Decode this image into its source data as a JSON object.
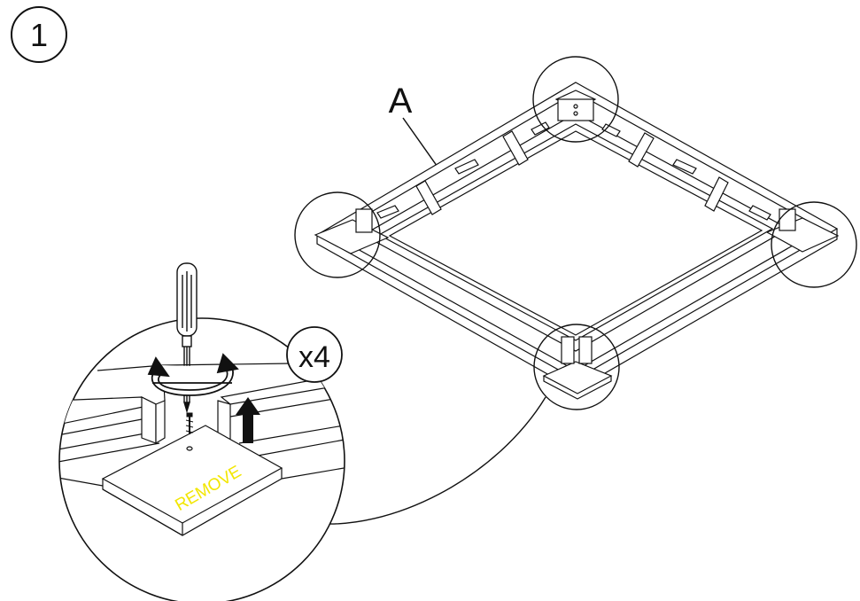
{
  "step": {
    "number": "1"
  },
  "callouts": {
    "part_label": "A",
    "quantity": "x4"
  },
  "detail": {
    "remove_label": "REMOVE"
  },
  "colors": {
    "line": "#111111",
    "paper": "#ffffff",
    "remove_text": "#f2e600"
  },
  "icons": [
    "screwdriver-icon",
    "rotate-arrow-icon",
    "lift-arrow-icon",
    "screw-icon"
  ]
}
